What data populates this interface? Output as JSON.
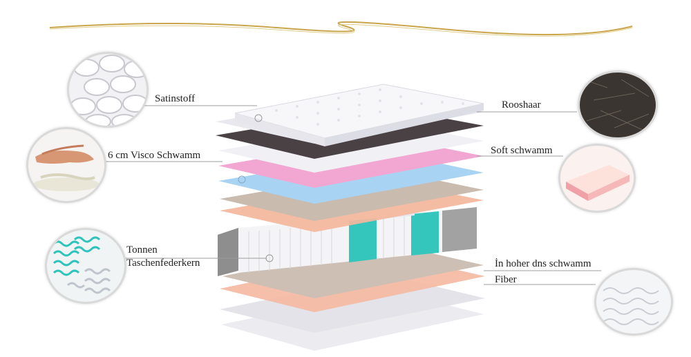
{
  "labels": {
    "satin": "Satinstoff",
    "visco": "6 cm Visco Schwamm",
    "tonnen_line1": "Tonnen",
    "tonnen_line2": "Taschenfederkern",
    "rooshaar": "Rooshaar",
    "soft": "Soft schwamm",
    "hoher": "İn hoher dns schwamm",
    "fiber": "Fiber"
  },
  "colors": {
    "gold": "#c9a44a",
    "pink": "#f0a6d0",
    "blue": "#a9d3f3",
    "taupe": "#c8bbb0",
    "salmon": "#f5c2a8",
    "dark": "#4a4145",
    "teal": "#2ec4bb"
  },
  "icons": {
    "satin": "quilted-fabric-icon",
    "visco": "hand-foam-icon",
    "tonnen": "pocket-spring-icon",
    "rooshaar": "horsehair-icon",
    "soft": "soft-foam-icon",
    "fiber": "fiber-icon"
  }
}
